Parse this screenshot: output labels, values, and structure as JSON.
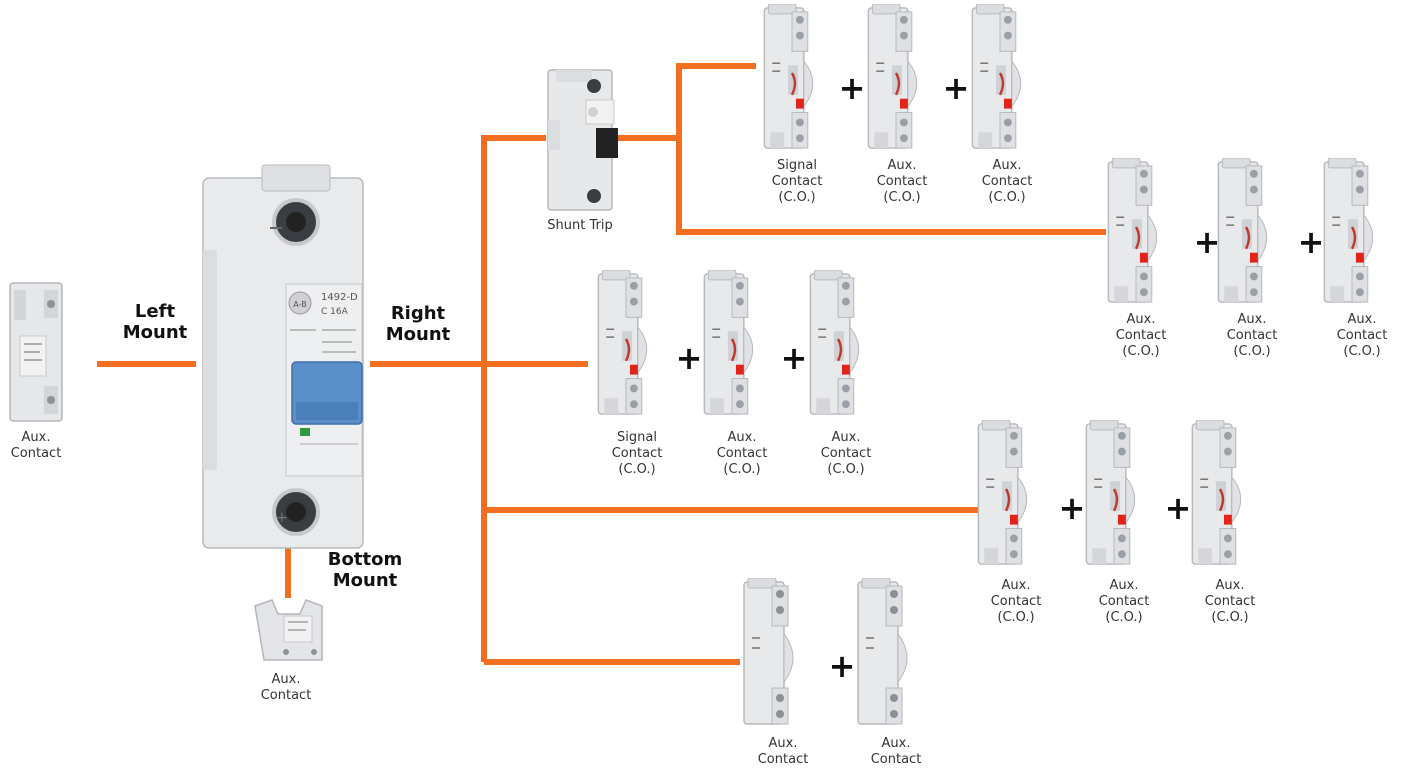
{
  "colors": {
    "connector": "#f26f21",
    "device_body": "#e7e8ea",
    "device_edge": "#b9bcc0",
    "toggle": "#5b8fc9",
    "aux_lever": "#e2231a"
  },
  "mounts": {
    "left": [
      "Left",
      "Mount"
    ],
    "right": [
      "Right",
      "Mount"
    ],
    "bottom": [
      "Bottom",
      "Mount"
    ]
  },
  "breaker": {
    "brand": "A-B",
    "model": "1492-D",
    "rating": "C 16A"
  },
  "left_aux": {
    "label": [
      "Aux.",
      "Contact"
    ]
  },
  "bottom_aux": {
    "label": [
      "Aux.",
      "Contact"
    ]
  },
  "shunt_trip": {
    "label": "Shunt Trip"
  },
  "plus_sign": "+",
  "row_shunt_top": [
    {
      "label": [
        "Signal",
        "Contact",
        "(C.O.)"
      ]
    },
    {
      "label": [
        "Aux.",
        "Contact",
        "(C.O.)"
      ]
    },
    {
      "label": [
        "Aux.",
        "Contact",
        "(C.O.)"
      ]
    }
  ],
  "row_shunt_right": [
    {
      "label": [
        "Aux.",
        "Contact",
        "(C.O.)"
      ]
    },
    {
      "label": [
        "Aux.",
        "Contact",
        "(C.O.)"
      ]
    },
    {
      "label": [
        "Aux.",
        "Contact",
        "(C.O.)"
      ]
    }
  ],
  "row_middle": [
    {
      "label": [
        "Signal",
        "Contact",
        "(C.O.)"
      ]
    },
    {
      "label": [
        "Aux.",
        "Contact",
        "(C.O.)"
      ]
    },
    {
      "label": [
        "Aux.",
        "Contact",
        "(C.O.)"
      ]
    }
  ],
  "row_lower": [
    {
      "label": [
        "Aux.",
        "Contact",
        "(C.O.)"
      ]
    },
    {
      "label": [
        "Aux.",
        "Contact",
        "(C.O.)"
      ]
    },
    {
      "label": [
        "Aux.",
        "Contact",
        "(C.O.)"
      ]
    }
  ],
  "row_bottom": [
    {
      "label": [
        "Aux.",
        "Contact"
      ]
    },
    {
      "label": [
        "Aux.",
        "Contact"
      ]
    }
  ]
}
